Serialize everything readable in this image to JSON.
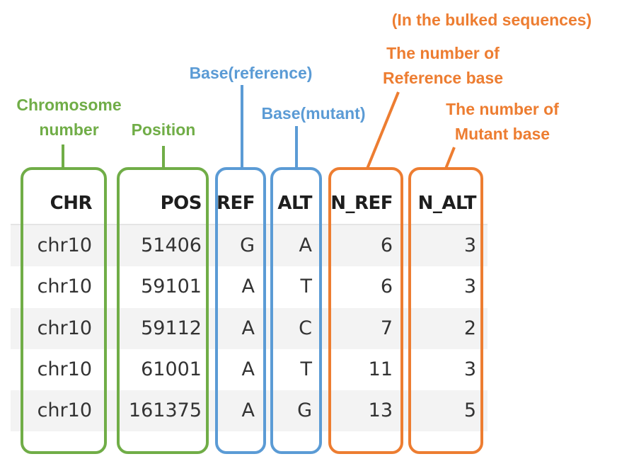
{
  "colors": {
    "green": "#70ad47",
    "blue": "#5b9bd5",
    "orange": "#ed7d31",
    "stripe": "#f3f3f3",
    "text": "#333333"
  },
  "annotations": {
    "chr": {
      "line1": "Chromosome",
      "line2": "number"
    },
    "pos": "Position",
    "ref": "Base(reference)",
    "alt": "Base(mutant)",
    "bulked": "(In the bulked sequences)",
    "n_ref": {
      "line1": "The number of",
      "line2": "Reference base"
    },
    "n_alt": {
      "line1": "The number of",
      "line2": "Mutant base"
    }
  },
  "table": {
    "columns": [
      "CHR",
      "POS",
      "REF",
      "ALT",
      "N_REF",
      "N_ALT"
    ],
    "rows": [
      [
        "chr10",
        "51406",
        "G",
        "A",
        "6",
        "3"
      ],
      [
        "chr10",
        "59101",
        "A",
        "T",
        "6",
        "3"
      ],
      [
        "chr10",
        "59112",
        "A",
        "C",
        "7",
        "2"
      ],
      [
        "chr10",
        "61001",
        "A",
        "T",
        "11",
        "3"
      ],
      [
        "chr10",
        "161375",
        "A",
        "G",
        "13",
        "5"
      ]
    ]
  }
}
